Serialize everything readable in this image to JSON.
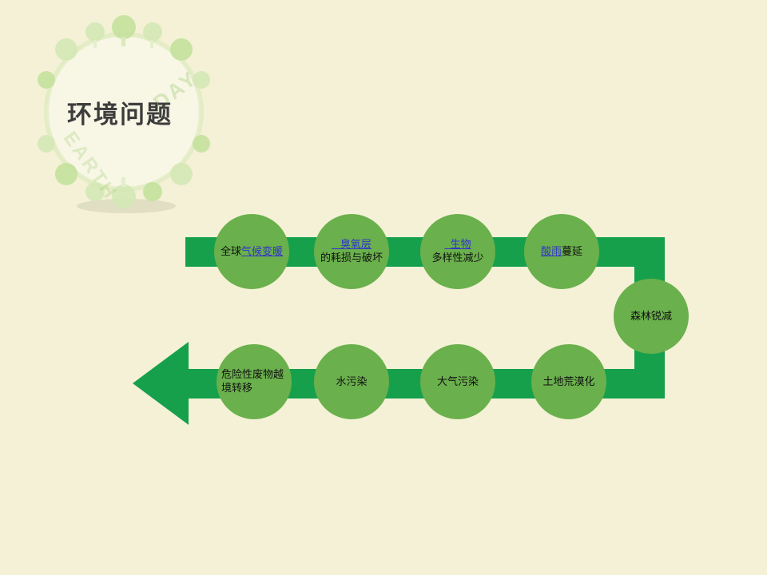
{
  "slide": {
    "title": "环境问题",
    "background": "#f4f1d6",
    "circle_color": "#6ab04c",
    "arrow_color": "#16a04c",
    "link_color": "#3333cc"
  },
  "decor": {
    "word_earth": "EARTH",
    "word_day": "DAY"
  },
  "nodes": {
    "global_warming": {
      "plain": "全球",
      "link": "气候变暖"
    },
    "ozone": {
      "link": "   臭氧层",
      "line2": "的耗损与破坏"
    },
    "biodiversity": {
      "link": "  生物",
      "line2": "多样性减少"
    },
    "acid_rain": {
      "link": "酸雨",
      "plain": "蔓延"
    },
    "forest": {
      "text": "森林锐减"
    },
    "hazardous_waste": {
      "text": "危险性废物越境转移"
    },
    "water_pollution": {
      "text": "水污染"
    },
    "air_pollution": {
      "text": "大气污染"
    },
    "desertification": {
      "text": "土地荒漠化"
    }
  }
}
